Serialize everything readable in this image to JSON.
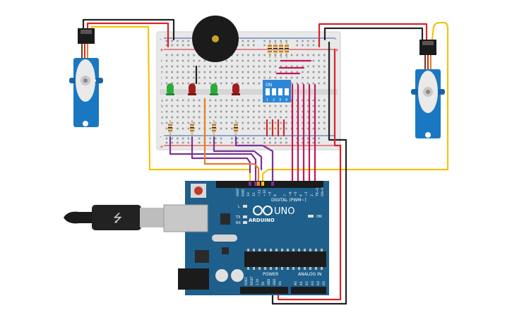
{
  "canvas": {
    "background": "#ffffff"
  },
  "breadboard": {
    "row_letters_top": [
      "a",
      "b",
      "c",
      "d",
      "e",
      "f",
      "g",
      "h",
      "i",
      "j"
    ],
    "plus_label": "+",
    "minus_label": "-"
  },
  "dip_switch": {
    "on_label": "ON",
    "numbers": [
      "1",
      "2",
      "3",
      "4"
    ]
  },
  "arduino": {
    "brand": "ARDUINO",
    "model": "UNO",
    "digital_label": "DIGITAL (PWM~)",
    "power_label": "POWER",
    "analog_label": "ANALOG IN",
    "l_label": "L",
    "tx_label": "TX",
    "rx_label": "RX",
    "on_label": "ON",
    "top_pins": [
      "AREF",
      "GND",
      "13",
      "12",
      "~11",
      "~10",
      "~9",
      "8",
      "7",
      "~6",
      "~5",
      "4",
      "~3",
      "2",
      "TX→1",
      "RX←0"
    ],
    "power_pins": [
      "IOREF",
      "RESET",
      "3.3V",
      "5V",
      "GND",
      "GND",
      "Vin"
    ],
    "analog_pins": [
      "A0",
      "A1",
      "A2",
      "A3",
      "A4",
      "A5"
    ]
  },
  "colors": {
    "wire_red": "#d6252a",
    "wire_black": "#222222",
    "wire_yellow": "#f1c40f",
    "wire_purple": "#7b3294",
    "wire_orange": "#e67e22",
    "wire_magenta": "#c2185b",
    "board_blue": "#1f5f8b",
    "servo_blue": "#1a78c2",
    "led_green": "#2eaa3a",
    "led_red": "#a01d1d"
  }
}
